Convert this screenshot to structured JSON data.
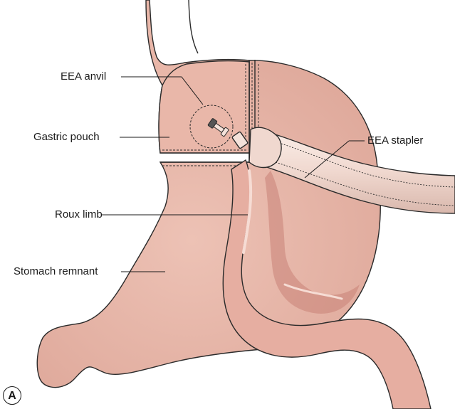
{
  "labels": {
    "eea_anvil": "EEA anvil",
    "gastric_pouch": "Gastric pouch",
    "roux_limb": "Roux limb",
    "stomach_remnant": "Stomach remnant",
    "eea_stapler": "EEA stapler"
  },
  "panel": "A",
  "colors": {
    "tissue": "#e9b7a9",
    "tissue_dark": "#d89a8c",
    "tissue_shadow": "#c98276",
    "roux": "#e6aea1",
    "stapler": "#f4e2da",
    "outline": "#2a2a2a"
  }
}
